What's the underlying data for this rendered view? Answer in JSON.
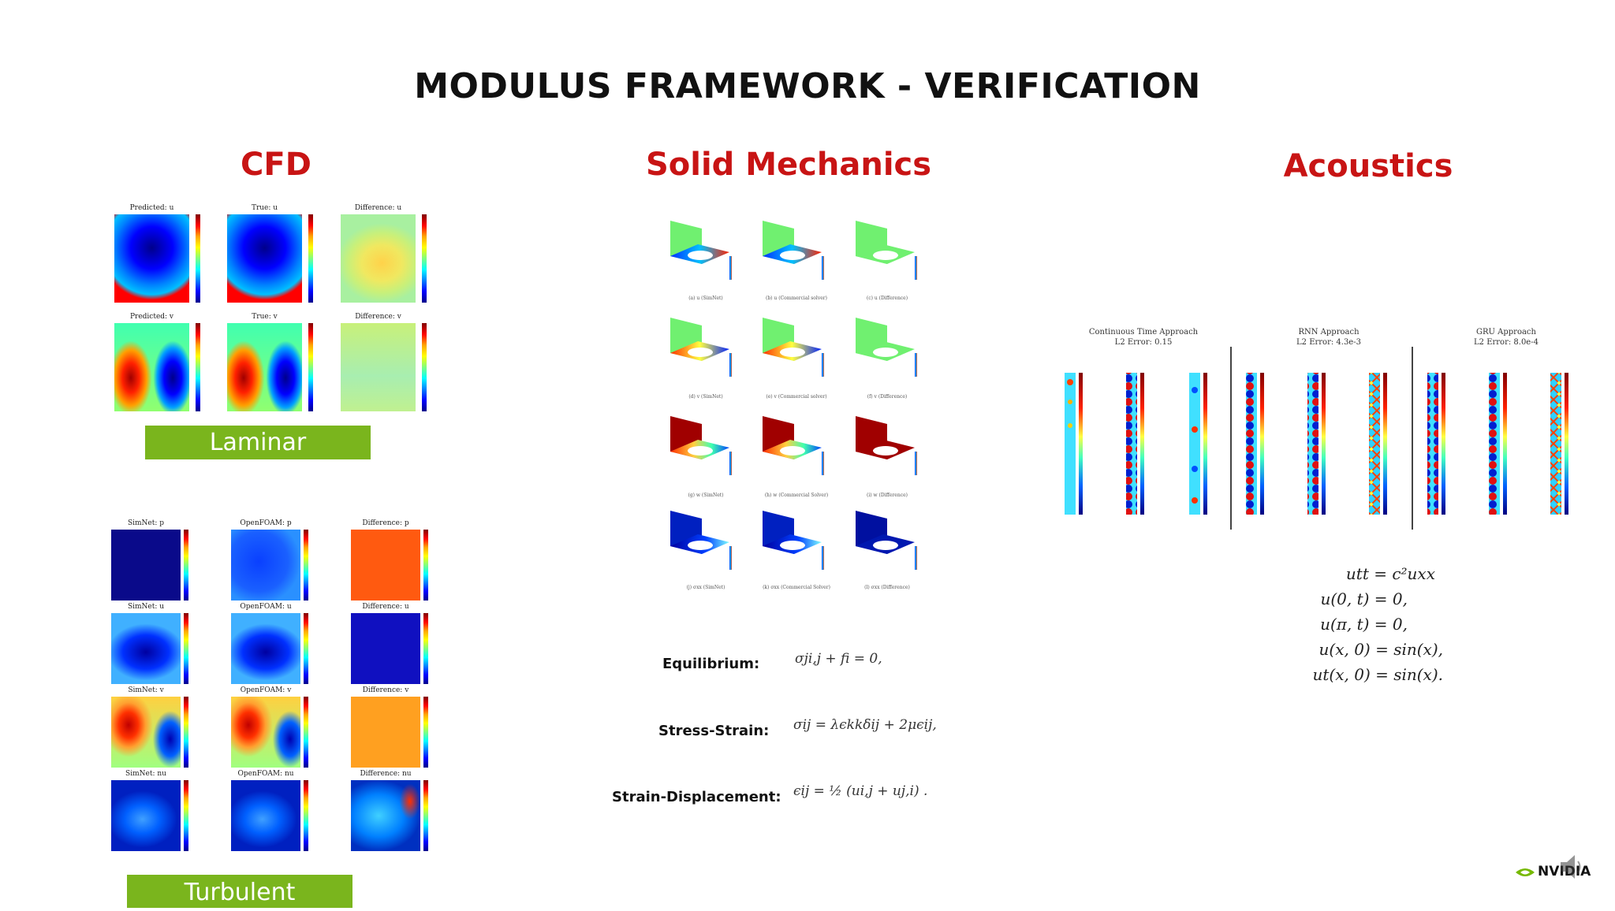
{
  "slide": {
    "title": "MODULUS FRAMEWORK - VERIFICATION"
  },
  "cfd": {
    "heading": "CFD",
    "laminar_label": "Laminar",
    "turbulent_label": "Turbulent",
    "laminar_titles": [
      "Predicted: u",
      "True: u",
      "Difference: u",
      "Predicted: v",
      "True: v",
      "Difference: v"
    ],
    "turbulent_titles": [
      "SimNet: p",
      "OpenFOAM: p",
      "Difference: p",
      "SimNet: u",
      "OpenFOAM: u",
      "Difference: u",
      "SimNet: v",
      "OpenFOAM: v",
      "Difference: v",
      "SimNet: nu",
      "OpenFOAM: nu",
      "Difference: nu"
    ]
  },
  "solid": {
    "heading": "Solid Mechanics",
    "captions": [
      "(a) u (SimNet)",
      "(b) u (Commercial solver)",
      "(c) u (Difference)",
      "(d) v (SimNet)",
      "(e) v (Commercial solver)",
      "(f) v (Difference)",
      "(g) w (SimNet)",
      "(h) w (Commercial Solver)",
      "(i) w (Difference)",
      "(j) σxx (SimNet)",
      "(k) σxx (Commercial Solver)",
      "(l) σxx (Difference)"
    ],
    "equations": [
      {
        "label": "Equilibrium:",
        "formula": "σji,j + fi = 0,"
      },
      {
        "label": "Stress-Strain:",
        "formula": "σij = λϵkkδij + 2μϵij,"
      },
      {
        "label": "Strain-Displacement:",
        "formula": "ϵij = ½ (ui,j + uj,i) ."
      }
    ]
  },
  "acoustics": {
    "heading": "Acoustics",
    "approaches": [
      {
        "name": "Continuous Time Approach",
        "error": "L2 Error: 0.15"
      },
      {
        "name": "RNN Approach",
        "error": "L2 Error: 4.3e-3"
      },
      {
        "name": "GRU Approach",
        "error": "L2 Error: 8.0e-4"
      }
    ],
    "equations": [
      "utt = c²uxx",
      "u(0, t) = 0,",
      "u(π, t) = 0,",
      "u(x, 0) = sin(x),",
      "ut(x, 0) = sin(x)."
    ]
  },
  "branding": {
    "logo_text": "NVIDIA"
  },
  "colors": {
    "heading_red": "#c81414",
    "label_green": "#7ab51d",
    "nvidia_green": "#76b900"
  }
}
